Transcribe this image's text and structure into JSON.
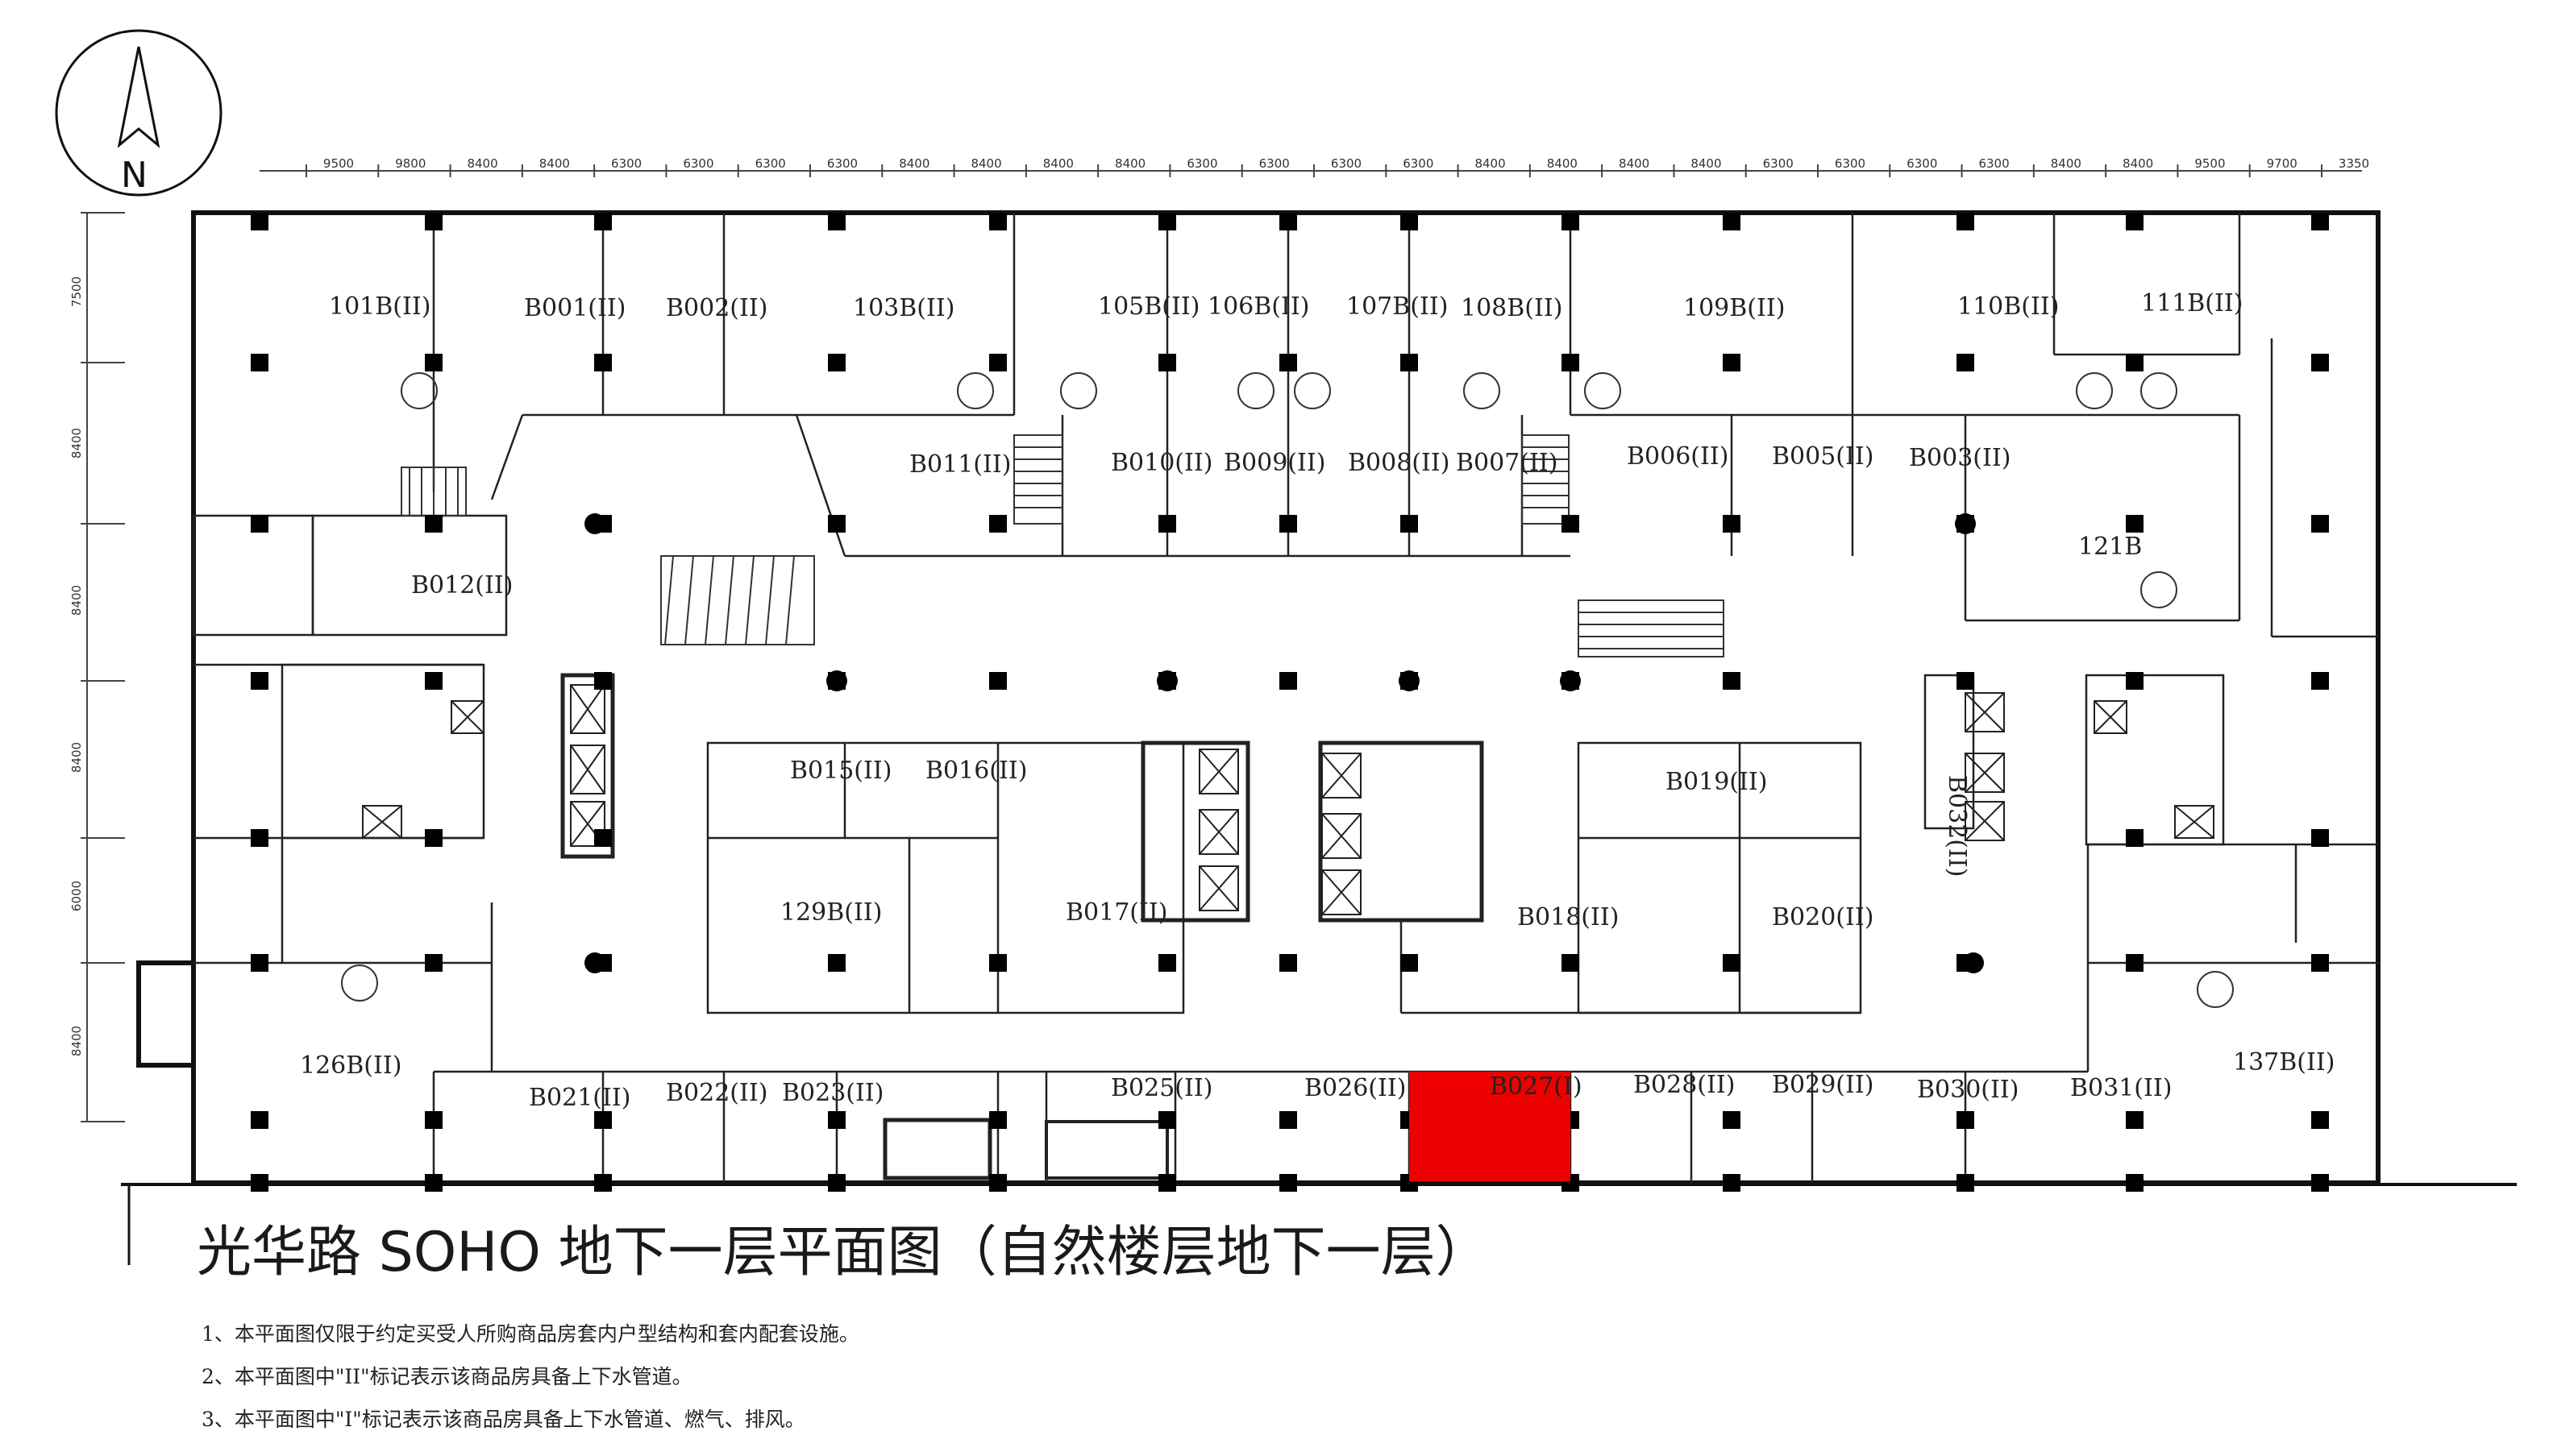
{
  "title": "光华路 SOHO 地下一层平面图（自然楼层地下一层）",
  "north": "N",
  "notes": [
    "1、本平面图仅限于约定买受人所购商品房套内户型结构和套内配套设施。",
    "2、本平面图中\"II\"标记表示该商品房具备上下水管道。",
    "3、本平面图中\"I\"标记表示该商品房具备上下水管道、燃气、排风。"
  ],
  "top_dimensions": [
    "9500",
    "9800",
    "8400",
    "8400",
    "6300",
    "6300",
    "6300",
    "6300",
    "8400",
    "8400",
    "8400",
    "8400",
    "6300",
    "6300",
    "6300",
    "6300",
    "8400",
    "8400",
    "8400",
    "8400",
    "6300",
    "6300",
    "6300",
    "6300",
    "8400",
    "8400",
    "9500",
    "9700",
    "3350"
  ],
  "left_dimensions": [
    "7500",
    "8400",
    "8400",
    "8400",
    "6000",
    "8400"
  ],
  "highlight_color": "#ee0000",
  "units": [
    {
      "label": "101B(II)"
    },
    {
      "label": "B001(II)"
    },
    {
      "label": "B002(II)"
    },
    {
      "label": "103B(II)"
    },
    {
      "label": "105B(II)"
    },
    {
      "label": "106B(II)"
    },
    {
      "label": "107B(II)"
    },
    {
      "label": "108B(II)"
    },
    {
      "label": "109B(II)"
    },
    {
      "label": "110B(II)"
    },
    {
      "label": "111B(II)"
    },
    {
      "label": "B011(II)"
    },
    {
      "label": "B010(II)"
    },
    {
      "label": "B009(II)"
    },
    {
      "label": "B008(II)"
    },
    {
      "label": "B007(II)"
    },
    {
      "label": "B006(II)"
    },
    {
      "label": "B005(II)"
    },
    {
      "label": "B003(II)"
    },
    {
      "label": "121B"
    },
    {
      "label": "B012(II)"
    },
    {
      "label": "B015(II)"
    },
    {
      "label": "B016(II)"
    },
    {
      "label": "129B(II)"
    },
    {
      "label": "B017(II)"
    },
    {
      "label": "B019(II)"
    },
    {
      "label": "B018(II)"
    },
    {
      "label": "B020(II)"
    },
    {
      "label": "B032(II)"
    },
    {
      "label": "126B(II)"
    },
    {
      "label": "B021(II)"
    },
    {
      "label": "B022(II)"
    },
    {
      "label": "B023(II)"
    },
    {
      "label": "B025(II)"
    },
    {
      "label": "B026(II)"
    },
    {
      "label": "B027(I)"
    },
    {
      "label": "B028(II)"
    },
    {
      "label": "B029(II)"
    },
    {
      "label": "B030(II)"
    },
    {
      "label": "B031(II)"
    },
    {
      "label": "137B(II)"
    }
  ]
}
